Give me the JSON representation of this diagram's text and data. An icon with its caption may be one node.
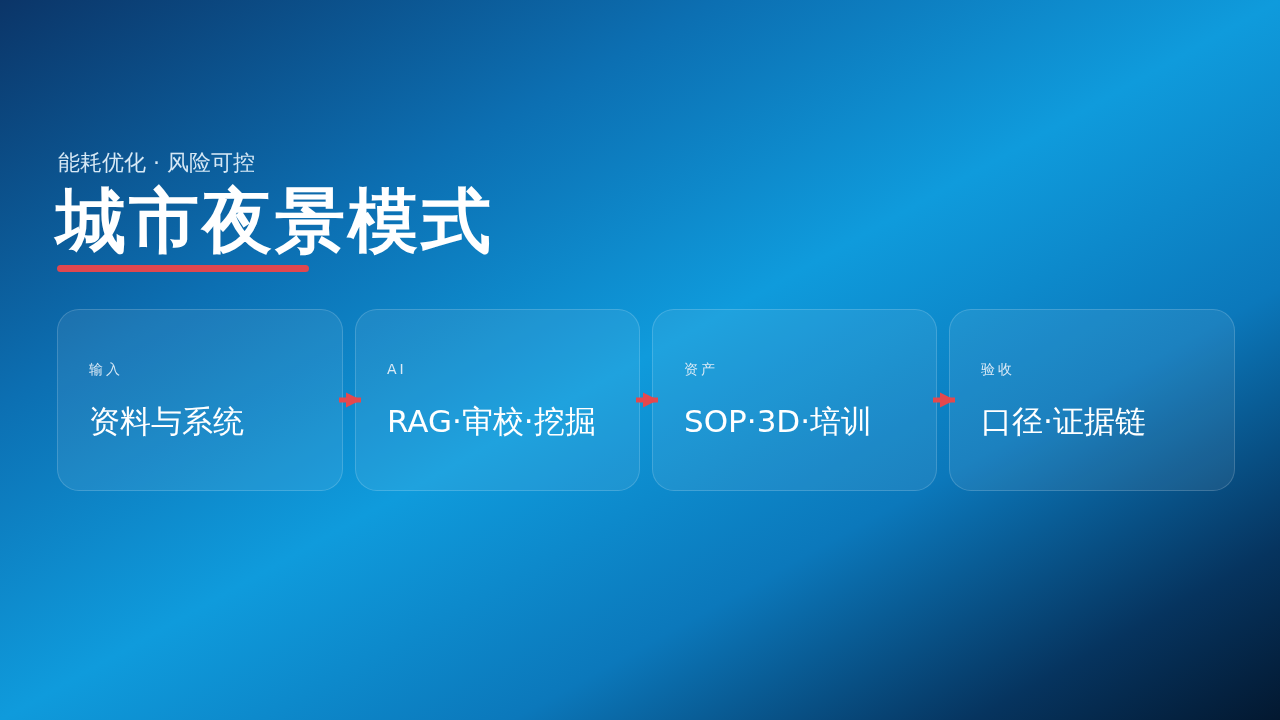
{
  "diagram": {
    "title": "城市夜景模式",
    "nodes": [
      {
        "text": [
          "输入",
          "资料与系统"
        ]
      },
      {
        "text": [
          "AI",
          "RAG·审校·挖掘"
        ]
      },
      {
        "text": [
          "资产",
          "SOP·3D·培训"
        ]
      },
      {
        "text": [
          "验收",
          "口径·证据链"
        ]
      }
    ],
    "edges": [
      {
        "from": 0,
        "to": 1,
        "arrow": "to"
      },
      {
        "from": 1,
        "to": 2,
        "arrow": "to"
      },
      {
        "from": 2,
        "to": 3,
        "arrow": "to"
      }
    ],
    "labels": [
      "能耗优化 · 风险可控"
    ]
  }
}
